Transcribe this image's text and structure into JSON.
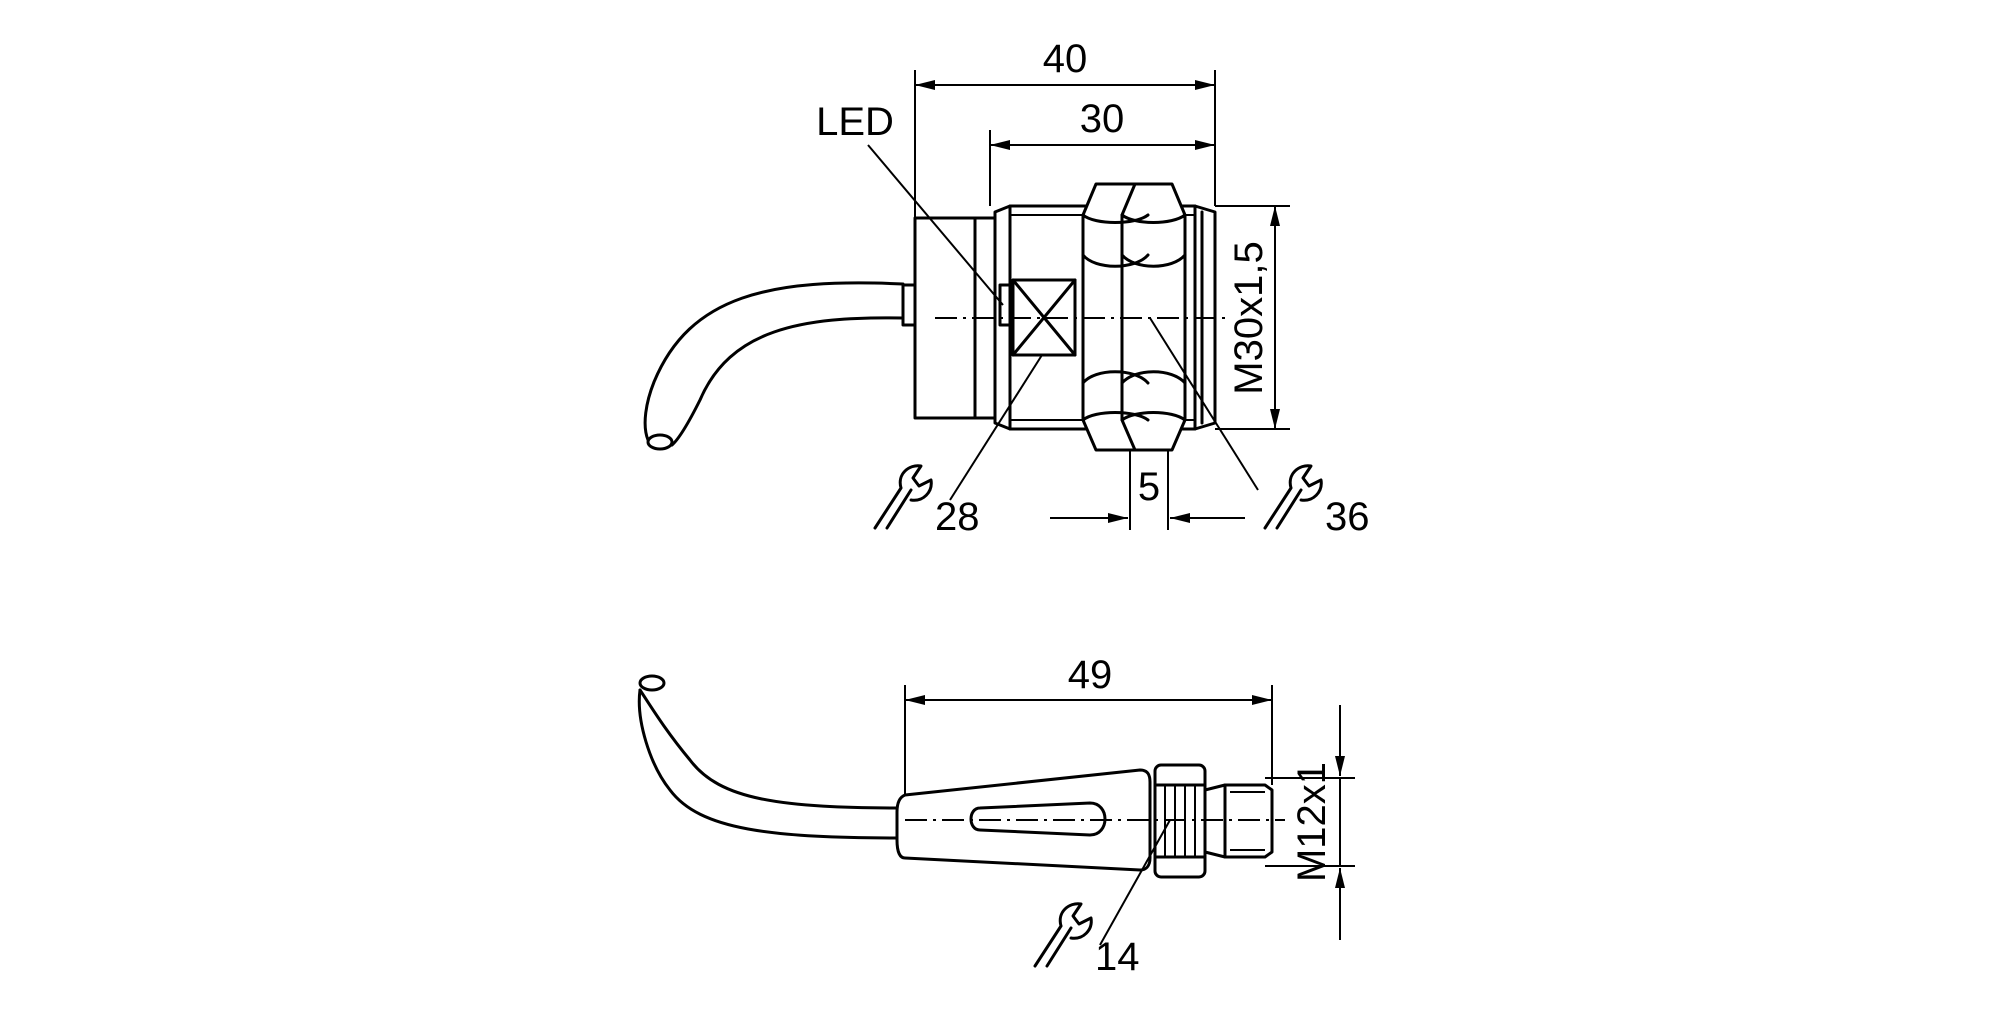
{
  "labels": {
    "led": "LED",
    "dim_length_total": "40",
    "dim_thread_length": "30",
    "dim_thread_size": "M30x1,5",
    "dim_nut_width": "5",
    "wrench_body": "28",
    "wrench_nut": "36",
    "dim_connector_length": "49",
    "dim_connector_thread": "M12x1",
    "wrench_connector": "14"
  },
  "icons": {
    "wrench": "wrench-icon"
  }
}
